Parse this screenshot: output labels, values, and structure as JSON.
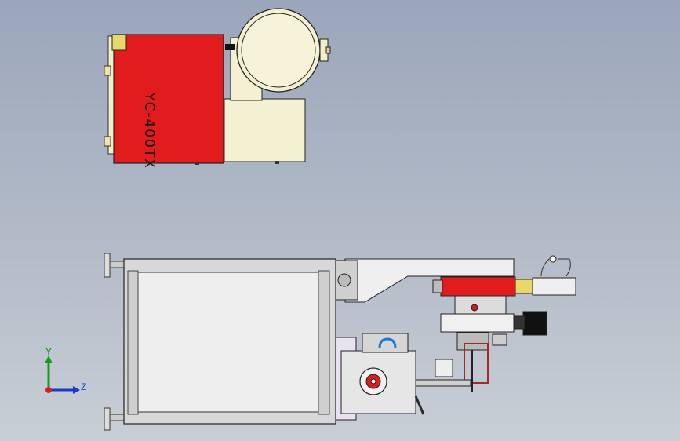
{
  "view": {
    "model_label": "YC-400TX",
    "triad": {
      "y_axis": "Y",
      "z_axis": "Z"
    }
  },
  "colors": {
    "background_top": "#9aa6ba",
    "background_bottom": "#c9ced6",
    "hopper_red": "#e21c1c",
    "cream_body": "#f4f1d2",
    "frame_gray": "#d8d8d8",
    "panel_lavender": "#e8e2f0"
  }
}
